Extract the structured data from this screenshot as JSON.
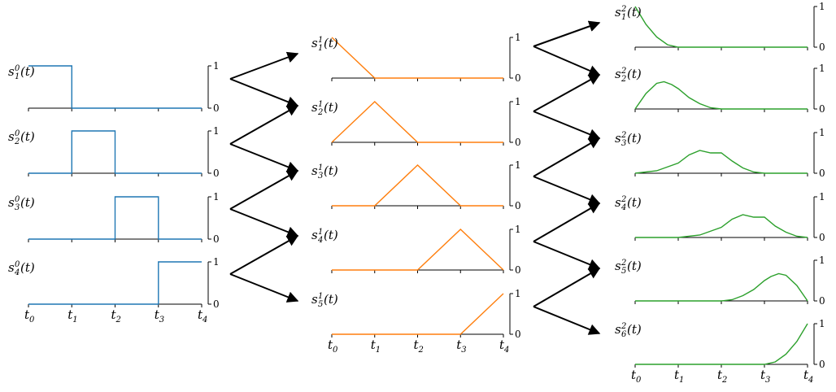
{
  "colors": {
    "order0": "#1f77b4",
    "order1": "#ff7f0e",
    "order2": "#2ca02c",
    "arrow": "#000000",
    "axis": "#000000"
  },
  "knots": [
    "t0",
    "t1",
    "t2",
    "t3",
    "t4"
  ],
  "y_ticks": [
    "0",
    "1"
  ],
  "columns": [
    {
      "order": 0,
      "labels": [
        "s",
        "s",
        "s",
        "s"
      ],
      "superscript": "0",
      "subscripts": [
        "1",
        "2",
        "3",
        "4"
      ],
      "arg": "(t)"
    },
    {
      "order": 1,
      "labels": [
        "s",
        "s",
        "s",
        "s",
        "s"
      ],
      "superscript": "1",
      "subscripts": [
        "1",
        "2",
        "3",
        "4",
        "5"
      ],
      "arg": "(t)"
    },
    {
      "order": 2,
      "labels": [
        "s",
        "s",
        "s",
        "s",
        "s",
        "s"
      ],
      "superscript": "2",
      "subscripts": [
        "1",
        "2",
        "3",
        "4",
        "5",
        "6"
      ],
      "arg": "(t)"
    }
  ],
  "chart_data": {
    "type": "line",
    "x": [
      0,
      1,
      2,
      3,
      4
    ],
    "xlim": [
      0,
      4
    ],
    "ylim": [
      0,
      1
    ],
    "series": [
      {
        "group": 0,
        "index": 1,
        "points": [
          [
            0,
            1
          ],
          [
            1,
            1
          ],
          [
            1,
            0
          ],
          [
            4,
            0
          ]
        ]
      },
      {
        "group": 0,
        "index": 2,
        "points": [
          [
            0,
            0
          ],
          [
            1,
            0
          ],
          [
            1,
            1
          ],
          [
            2,
            1
          ],
          [
            2,
            0
          ],
          [
            4,
            0
          ]
        ]
      },
      {
        "group": 0,
        "index": 3,
        "points": [
          [
            0,
            0
          ],
          [
            2,
            0
          ],
          [
            2,
            1
          ],
          [
            3,
            1
          ],
          [
            3,
            0
          ],
          [
            4,
            0
          ]
        ]
      },
      {
        "group": 0,
        "index": 4,
        "points": [
          [
            0,
            0
          ],
          [
            3,
            0
          ],
          [
            3,
            1
          ],
          [
            4,
            1
          ]
        ]
      },
      {
        "group": 1,
        "index": 1,
        "points": [
          [
            0,
            1
          ],
          [
            1,
            0
          ],
          [
            4,
            0
          ]
        ]
      },
      {
        "group": 1,
        "index": 2,
        "points": [
          [
            0,
            0
          ],
          [
            1,
            1
          ],
          [
            2,
            0
          ],
          [
            4,
            0
          ]
        ]
      },
      {
        "group": 1,
        "index": 3,
        "points": [
          [
            0,
            0
          ],
          [
            1,
            0
          ],
          [
            2,
            1
          ],
          [
            3,
            0
          ],
          [
            4,
            0
          ]
        ]
      },
      {
        "group": 1,
        "index": 4,
        "points": [
          [
            0,
            0
          ],
          [
            2,
            0
          ],
          [
            3,
            1
          ],
          [
            4,
            0
          ]
        ]
      },
      {
        "group": 1,
        "index": 5,
        "points": [
          [
            0,
            0
          ],
          [
            3,
            0
          ],
          [
            4,
            1
          ]
        ]
      },
      {
        "group": 2,
        "index": 1,
        "points": [
          [
            0,
            1
          ],
          [
            0.25,
            0.56
          ],
          [
            0.5,
            0.25
          ],
          [
            0.75,
            0.06
          ],
          [
            1,
            0
          ],
          [
            4,
            0
          ]
        ]
      },
      {
        "group": 2,
        "index": 2,
        "points": [
          [
            0,
            0
          ],
          [
            0.25,
            0.38
          ],
          [
            0.5,
            0.63
          ],
          [
            0.67,
            0.67
          ],
          [
            0.85,
            0.6
          ],
          [
            1,
            0.5
          ],
          [
            1.25,
            0.28
          ],
          [
            1.5,
            0.13
          ],
          [
            1.75,
            0.03
          ],
          [
            2,
            0
          ],
          [
            4,
            0
          ]
        ]
      },
      {
        "group": 2,
        "index": 3,
        "points": [
          [
            0,
            0
          ],
          [
            0.5,
            0.06
          ],
          [
            1,
            0.25
          ],
          [
            1.25,
            0.45
          ],
          [
            1.5,
            0.56
          ],
          [
            1.75,
            0.5
          ],
          [
            2,
            0.5
          ],
          [
            2.25,
            0.3
          ],
          [
            2.5,
            0.13
          ],
          [
            2.75,
            0.03
          ],
          [
            3,
            0
          ],
          [
            4,
            0
          ]
        ]
      },
      {
        "group": 2,
        "index": 4,
        "points": [
          [
            0,
            0
          ],
          [
            1,
            0
          ],
          [
            1.5,
            0.06
          ],
          [
            2,
            0.25
          ],
          [
            2.25,
            0.45
          ],
          [
            2.5,
            0.56
          ],
          [
            2.75,
            0.5
          ],
          [
            3,
            0.5
          ],
          [
            3.25,
            0.28
          ],
          [
            3.5,
            0.13
          ],
          [
            3.75,
            0.03
          ],
          [
            4,
            0
          ]
        ]
      },
      {
        "group": 2,
        "index": 5,
        "points": [
          [
            0,
            0
          ],
          [
            2,
            0
          ],
          [
            2.25,
            0.03
          ],
          [
            2.5,
            0.13
          ],
          [
            2.75,
            0.28
          ],
          [
            3,
            0.5
          ],
          [
            3.15,
            0.6
          ],
          [
            3.33,
            0.67
          ],
          [
            3.5,
            0.63
          ],
          [
            3.75,
            0.38
          ],
          [
            4,
            0
          ]
        ]
      },
      {
        "group": 2,
        "index": 6,
        "points": [
          [
            0,
            0
          ],
          [
            3,
            0
          ],
          [
            3.25,
            0.06
          ],
          [
            3.5,
            0.25
          ],
          [
            3.75,
            0.56
          ],
          [
            4,
            1
          ]
        ]
      }
    ]
  }
}
